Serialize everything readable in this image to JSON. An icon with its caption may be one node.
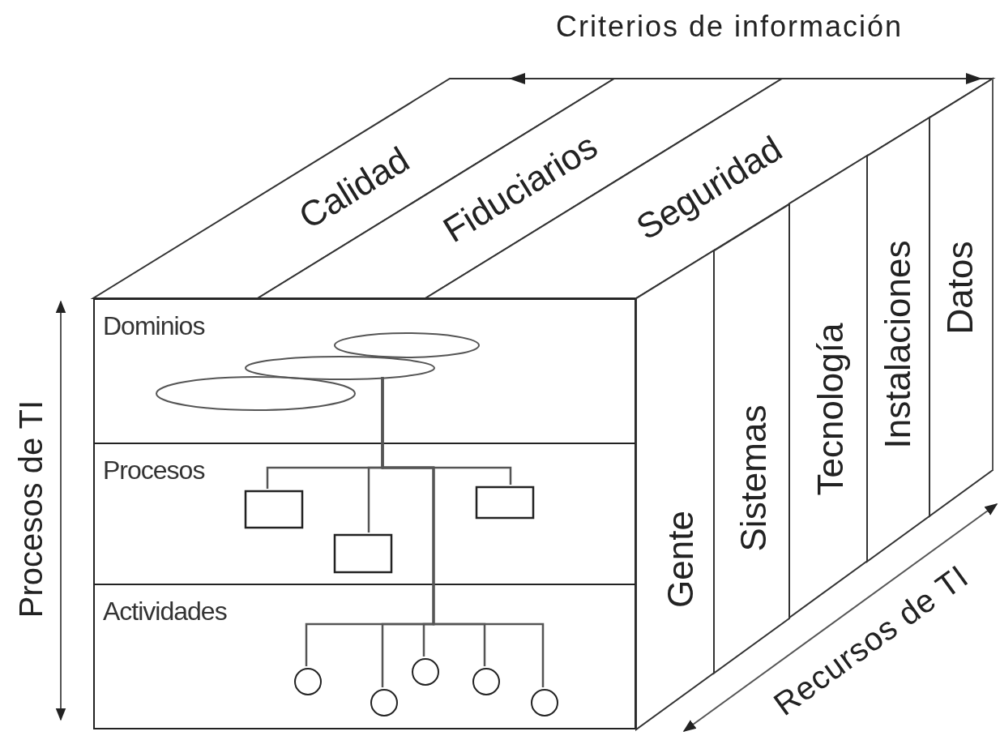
{
  "diagram": {
    "nodes": [
      {
        "text": [
          "Calidad"
        ]
      },
      {
        "text": [
          "Fiduciarios"
        ]
      },
      {
        "text": [
          "Seguridad"
        ]
      },
      {
        "text": [
          "Dominios"
        ]
      },
      {
        "text": [],
        "shape": "ellipse",
        "in": 3
      },
      {
        "text": [],
        "shape": "ellipse",
        "in": 3
      },
      {
        "text": [],
        "shape": "ellipse",
        "in": 3
      },
      {
        "text": [
          "Procesos"
        ]
      },
      {
        "text": [],
        "shape": "box",
        "in": 7
      },
      {
        "text": [],
        "shape": "box",
        "in": 7
      },
      {
        "text": [],
        "shape": "box",
        "in": 7
      },
      {
        "text": [
          "Actividades"
        ]
      },
      {
        "text": [],
        "shape": "circle",
        "in": 11
      },
      {
        "text": [],
        "shape": "circle",
        "in": 11
      },
      {
        "text": [],
        "shape": "circle",
        "in": 11
      },
      {
        "text": [],
        "shape": "circle",
        "in": 11
      },
      {
        "text": [],
        "shape": "circle",
        "in": 11
      },
      {
        "text": [
          "Gente"
        ]
      },
      {
        "text": [
          "Sistemas"
        ]
      },
      {
        "text": [
          "Tecnología"
        ]
      },
      {
        "text": [
          "Instalaciones"
        ]
      },
      {
        "text": [
          "Datos"
        ]
      }
    ],
    "edges": [
      {
        "from": 5,
        "to": 8,
        "arrow": "none"
      },
      {
        "from": 5,
        "to": 9,
        "arrow": "none"
      },
      {
        "from": 5,
        "to": 10,
        "arrow": "none"
      },
      {
        "from": 5,
        "to": 12,
        "arrow": "none"
      },
      {
        "from": 5,
        "to": 13,
        "arrow": "none"
      },
      {
        "from": 5,
        "to": 14,
        "arrow": "none"
      },
      {
        "from": 5,
        "to": 15,
        "arrow": "none"
      },
      {
        "from": 5,
        "to": 16,
        "arrow": "none"
      }
    ],
    "labels": [
      "Criterios de información",
      "Procesos de TI",
      "Recursos de TI"
    ]
  }
}
